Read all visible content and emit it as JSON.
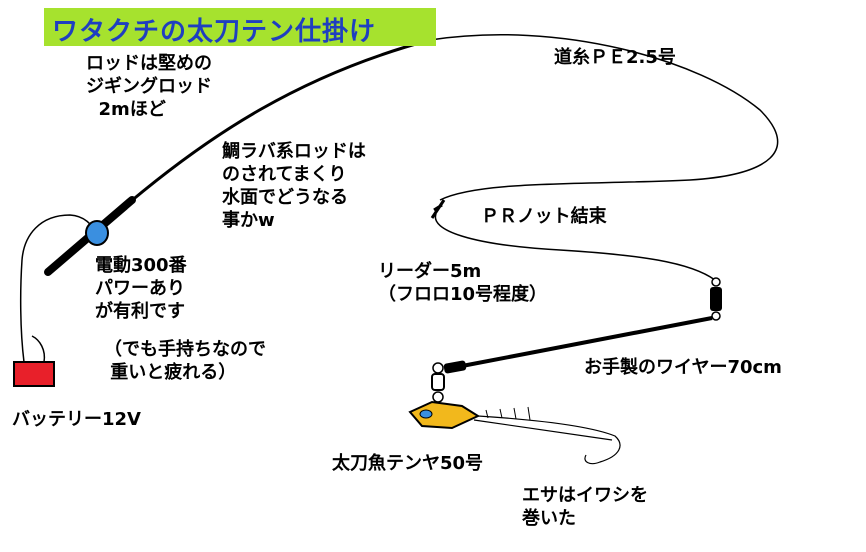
{
  "title": "ワタクチの太刀テン仕掛け",
  "labels": {
    "rod": "ロッドは堅めの\nジギングロッド\n  2mほど",
    "madai_rod": "鯛ラバ系ロッドは\nのされてまくり\n水面でどうなる\n事かw",
    "reel": "電動300番\nパワーあり\nが有利です",
    "reel_note": "（でも手持ちなので\n 重いと疲れる）",
    "battery": "バッテリー12V",
    "main_line": "道糸ＰＥ2.5号",
    "knot": "ＰＲノット結束",
    "leader": "リーダー5m\n（フロロ10号程度）",
    "wire": "お手製のワイヤー70cm",
    "tenya": "太刀魚テンヤ50号",
    "bait": "エサはイワシを\n巻いた"
  },
  "colors": {
    "title_bg": "#a6e22e",
    "title_text": "#1f3fc0",
    "battery": "#e8202a",
    "reel": "#3a8fe0",
    "tenya": "#f2b81c",
    "line": "#000000"
  }
}
